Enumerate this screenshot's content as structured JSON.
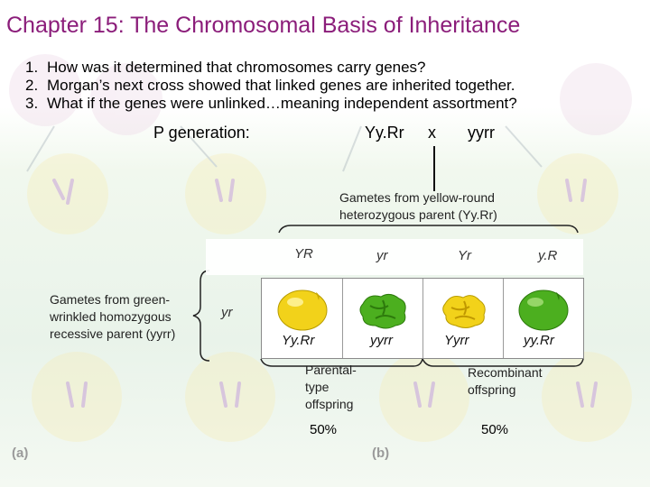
{
  "title": "Chapter 15: The Chromosomal Basis of Inheritance",
  "questions": [
    {
      "num": "1.",
      "text": "How was it determined that chromosomes carry genes?"
    },
    {
      "num": "2.",
      "text": "Morgan’s next cross showed that linked genes are inherited together."
    },
    {
      "num": "3.",
      "text": "What if the genes were unlinked…meaning independent assortment?"
    }
  ],
  "p_generation": {
    "label": "P generation:",
    "parent1": "Yy.Rr",
    "cross": "x",
    "parent2": "yyrr"
  },
  "gametes_yellow_round": "Gametes from yellow-round heterozygous parent (Yy.Rr)",
  "gametes_green_wrinkled": "Gametes from green-wrinkled homozygous recessive parent (yyrr)",
  "gametes_top": [
    "YR",
    "yr",
    "Yr",
    "y.R"
  ],
  "gamete_left": "yr",
  "offspring_genotypes": [
    "Yy.Rr",
    "yyrr",
    "Yyrr",
    "yy.Rr"
  ],
  "parental_label": "Parental-type offspring",
  "recombinant_label": "Recombinant offspring",
  "parental_percent": "50%",
  "recombinant_percent": "50%",
  "panel_a": "(a)",
  "panel_b": "(b)",
  "colors": {
    "title": "#8b1d7a",
    "seed_yellow": "#f2d21a",
    "seed_green": "#4caf1f"
  },
  "seeds": [
    {
      "color": "yellow",
      "shape": "round"
    },
    {
      "color": "green",
      "shape": "wrinkled"
    },
    {
      "color": "yellow",
      "shape": "wrinkled"
    },
    {
      "color": "green",
      "shape": "round"
    }
  ]
}
